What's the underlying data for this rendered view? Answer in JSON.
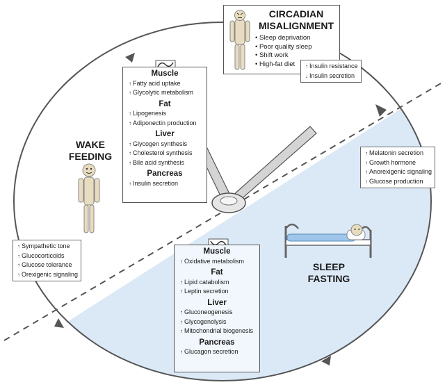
{
  "circadian": {
    "title_line1": "CIRCADIAN",
    "title_line2": "MISALIGNMENT",
    "causes": [
      "Sleep deprivation",
      "Poor quality sleep",
      "Shift work",
      "High-fat diet"
    ],
    "effects": [
      {
        "dir": "up",
        "text": "Insulin resistance"
      },
      {
        "dir": "down",
        "text": "Insulin secretion"
      }
    ]
  },
  "wake": {
    "label_line1": "WAKE",
    "label_line2": "FEEDING",
    "organs": [
      {
        "name": "Muscle",
        "items": [
          {
            "dir": "up",
            "text": "Fatty acid uptake"
          },
          {
            "dir": "up",
            "text": "Glycolytic metabolism"
          }
        ]
      },
      {
        "name": "Fat",
        "items": [
          {
            "dir": "up",
            "text": "Lipogenesis"
          },
          {
            "dir": "up",
            "text": "Adiponectin production"
          }
        ]
      },
      {
        "name": "Liver",
        "items": [
          {
            "dir": "up",
            "text": "Glycogen synthesis"
          },
          {
            "dir": "up",
            "text": "Cholesterol synthesis"
          },
          {
            "dir": "up",
            "text": "Bile acid synthesis"
          }
        ]
      },
      {
        "name": "Pancreas",
        "items": [
          {
            "dir": "up",
            "text": "Insulin secretion"
          }
        ]
      }
    ],
    "systemic": [
      {
        "dir": "up",
        "text": "Sympathetic tone"
      },
      {
        "dir": "up",
        "text": "Glucocorticoids"
      },
      {
        "dir": "up",
        "text": "Glucose tolerance"
      },
      {
        "dir": "up",
        "text": "Orexigenic signaling"
      }
    ]
  },
  "sleep": {
    "label_line1": "SLEEP",
    "label_line2": "FASTING",
    "organs": [
      {
        "name": "Muscle",
        "items": [
          {
            "dir": "up",
            "text": "Oxidative metabolism"
          }
        ]
      },
      {
        "name": "Fat",
        "items": [
          {
            "dir": "up",
            "text": "Lipid catabolism"
          },
          {
            "dir": "up",
            "text": "Leptin secretion"
          }
        ]
      },
      {
        "name": "Liver",
        "items": [
          {
            "dir": "up",
            "text": "Gluconeogenesis"
          },
          {
            "dir": "up",
            "text": "Glycogenolysis"
          },
          {
            "dir": "up",
            "text": "Mitochondrial biogenesis"
          }
        ]
      },
      {
        "name": "Pancreas",
        "items": [
          {
            "dir": "up",
            "text": "Glucagon secretion"
          }
        ]
      }
    ],
    "systemic": [
      {
        "dir": "up",
        "text": "Melatonin secretion"
      },
      {
        "dir": "up",
        "text": "Growth hormone"
      },
      {
        "dir": "up",
        "text": "Anorexigenic signaling"
      },
      {
        "dir": "up",
        "text": "Glucose production"
      }
    ]
  },
  "colors": {
    "sleep_fill": "#dbe9f7",
    "outline": "#555555",
    "figure": "#e8dcc0",
    "bed": "#9fc5ea"
  }
}
